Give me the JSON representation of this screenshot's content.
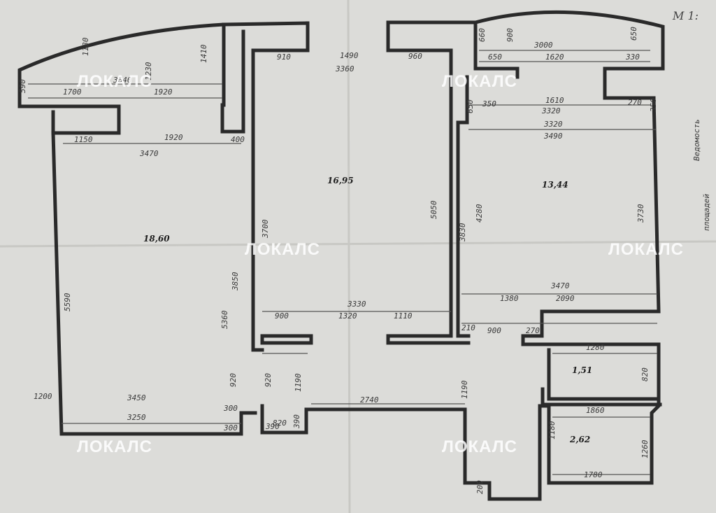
{
  "watermark": "ЛОКАЛС",
  "scale_label": "М 1:",
  "side_note": [
    "Ведомость",
    "площадей"
  ],
  "rooms": {
    "room_left_area": "18,60",
    "room_center_area": "16,95",
    "room_right_area": "13,44",
    "bath_area": "1,51",
    "wc_area": "2,62"
  },
  "dims": {
    "d590": "590",
    "d1180": "1180",
    "d3640": "3640",
    "d1230": "1230",
    "d1410": "1410",
    "d1700": "1700",
    "d1920a": "1920",
    "d1150": "1150",
    "d1920b": "1920",
    "d3470a": "3470",
    "d400": "400",
    "d5590": "5590",
    "d5360": "5360",
    "d3850": "3850",
    "d1200": "1200",
    "d3450": "3450",
    "d3250": "3250",
    "d300a": "300",
    "d300b": "300",
    "d920a": "920",
    "d920b": "920",
    "d1190a": "1190",
    "d390a": "390",
    "d820a": "820",
    "d390b": "390",
    "d910": "910",
    "d1490": "1490",
    "d3360": "3360",
    "d960": "960",
    "d5050": "5050",
    "d3700": "3700",
    "d3330": "3330",
    "d900a": "900",
    "d1320": "1320",
    "d1110": "1110",
    "d2740": "2740",
    "d1190b": "1190",
    "d660": "660",
    "d900b": "900",
    "d3000": "3000",
    "d650a": "650",
    "d650b": "650",
    "d1620": "1620",
    "d330": "330",
    "d650c": "650",
    "d1610": "1610",
    "d3320a": "3320",
    "d350a": "350",
    "d270a": "270",
    "d350b": "350",
    "d3320b": "3320",
    "d3490": "3490",
    "d3830": "3830",
    "d4280": "4280",
    "d3730": "3730",
    "d3470b": "3470",
    "d1380": "1380",
    "d2090": "2090",
    "d210": "210",
    "d900c": "900",
    "d270b": "270",
    "d1280": "1280",
    "d820b": "820",
    "d1860": "1860",
    "d1180b": "1180",
    "d1260": "1260",
    "d1780": "1780",
    "d200": "200"
  }
}
